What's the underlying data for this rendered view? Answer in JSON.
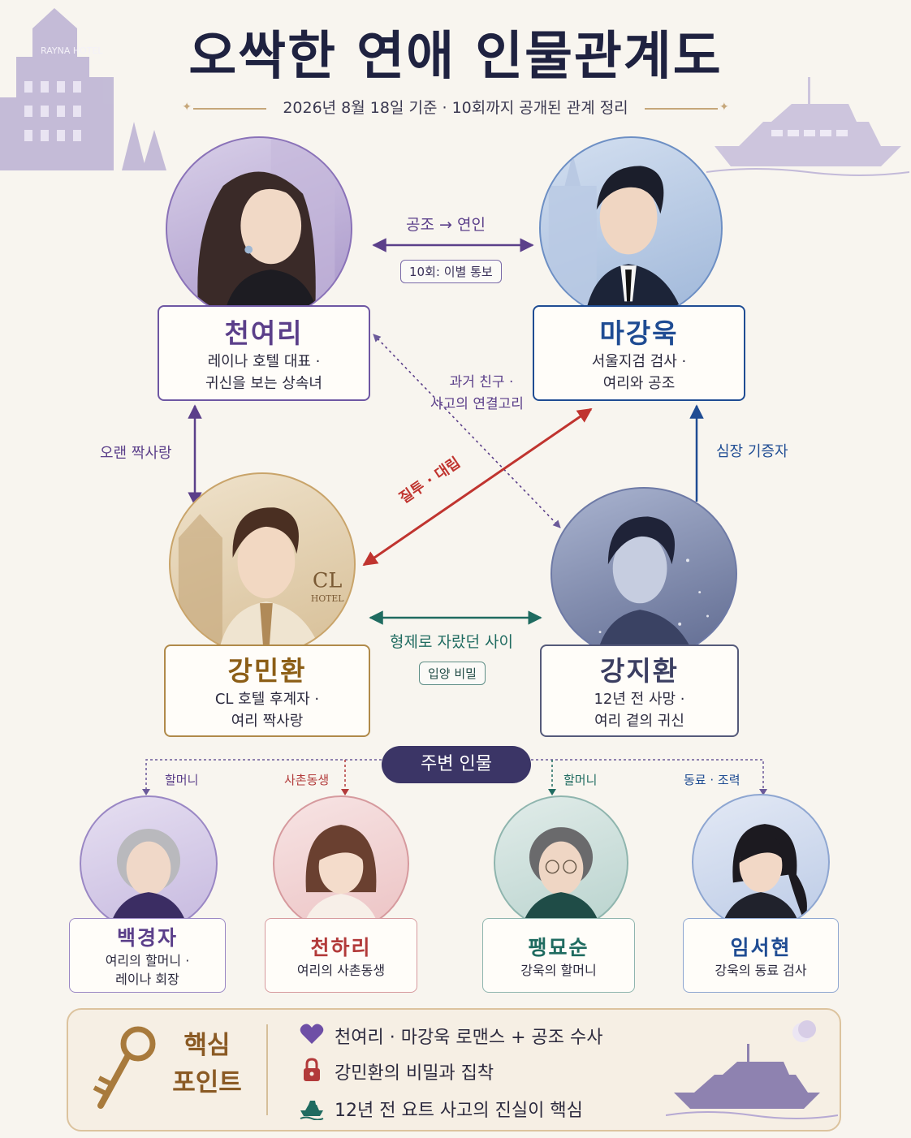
{
  "title": "오싹한 연애 인물관계도",
  "subtitle": "2026년 8월 18일 기준 · 10회까지 공개된 관계 정리",
  "hotel_sign": "RAYNA HOTEL",
  "cl_hotel_sign": {
    "line1": "CL",
    "line2": "HOTEL"
  },
  "main_characters": [
    {
      "name": "천여리",
      "desc1": "레이나 호텔 대표 ·",
      "desc2": "귀신을 보는 상속녀",
      "color": "#5b3f8a"
    },
    {
      "name": "마강욱",
      "desc1": "서울지검 검사 ·",
      "desc2": "여리와 공조",
      "color": "#1f4c93"
    },
    {
      "name": "강민환",
      "desc1": "CL 호텔 후계자 ·",
      "desc2": "여리 짝사랑",
      "color": "#8c5e16"
    },
    {
      "name": "강지환",
      "desc1": "12년 전 사망 ·",
      "desc2": "여리 곁의 귀신",
      "color": "#3c3f62"
    }
  ],
  "relations": {
    "yeori_ganguk": {
      "label": "공조 → 연인",
      "note": "10회: 이별 통보"
    },
    "yeori_minhwan": {
      "label": "오랜 짝사랑"
    },
    "yeori_jihwan": {
      "label1": "과거 친구 ·",
      "label2": "사고의 연결고리"
    },
    "minhwan_ganguk": {
      "label": "질투 · 대립"
    },
    "jihwan_ganguk": {
      "label": "심장 기증자"
    },
    "minhwan_jihwan": {
      "label": "형제로 자랐던 사이",
      "note": "입양 비밀"
    }
  },
  "side_title": "주변 인물",
  "side_characters": [
    {
      "relation": "할머니",
      "name": "백경자",
      "desc1": "여리의 할머니 ·",
      "desc2": "레이나 회장",
      "color": "#5b3f8a"
    },
    {
      "relation": "사촌동생",
      "name": "천하리",
      "desc1": "여리의 사촌동생",
      "desc2": "",
      "color": "#b23a3a"
    },
    {
      "relation": "할머니",
      "name": "팽묘순",
      "desc1": "강욱의 할머니",
      "desc2": "",
      "color": "#1f6b60"
    },
    {
      "relation": "동료 · 조력",
      "name": "임서현",
      "desc1": "강욱의 동료 검사",
      "desc2": "",
      "color": "#1f4c93"
    }
  ],
  "key_points": {
    "title1": "핵심",
    "title2": "포인트",
    "items": [
      {
        "icon": "heart-icon",
        "text": "천여리 · 마강욱 로맨스 + 공조 수사"
      },
      {
        "icon": "lock-icon",
        "text": "강민환의 비밀과 집착"
      },
      {
        "icon": "ship-icon",
        "text": "12년 전 요트 사고의 진실이 핵심"
      }
    ]
  }
}
